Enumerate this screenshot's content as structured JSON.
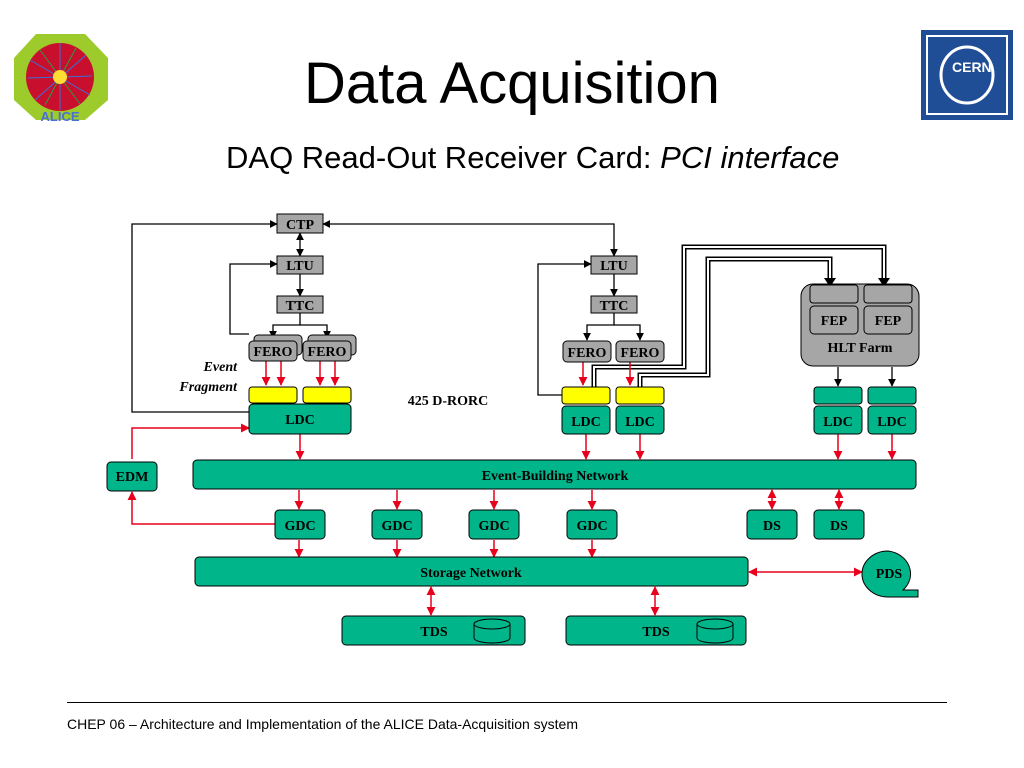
{
  "slide": {
    "title": "Data Acquisition",
    "subtitle": "DAQ Read-Out Receiver Card: ",
    "subtitle_italic": "PCI interface",
    "footer": "CHEP 06 – Architecture and Implementation of the ALICE Data-Acquisition system"
  },
  "logos": {
    "alice": "ALICE",
    "cern": "CERN"
  },
  "diagram": {
    "ctp": "CTP",
    "ltu": "LTU",
    "ttc": "TTC",
    "fero": "FERO",
    "fep": "FEP",
    "hlt_farm": "HLT Farm",
    "ldc": "LDC",
    "edm": "EDM",
    "event_fragment_line1": "Event",
    "event_fragment_line2": "Fragment",
    "drorc_label": "425 D-RORC",
    "ebn": "Event-Building Network",
    "gdc": "GDC",
    "ds": "DS",
    "storage": "Storage Network",
    "pds": "PDS",
    "tds": "TDS"
  },
  "colors": {
    "green": "#00B58A",
    "gray": "#A6A6A6",
    "yellow": "#FFFF00",
    "red_arrow": "#E8001C"
  }
}
